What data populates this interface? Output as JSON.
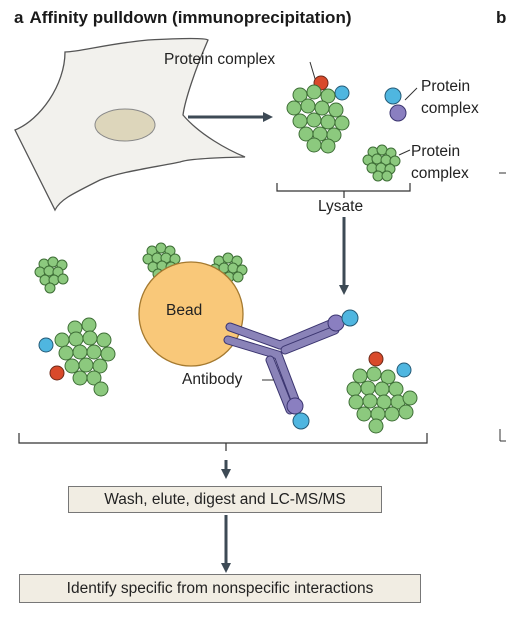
{
  "panel": {
    "letter": "a",
    "title": "Affinity pulldown (immunoprecipitation)",
    "next_panel_letter": "b"
  },
  "labels": {
    "protein_complex_top": "Protein complex",
    "protein_complex_right_line1": "Protein",
    "protein_complex_right_line2": "complex",
    "protein_complex_small_line1": "Protein",
    "protein_complex_small_line2": "complex",
    "lysate": "Lysate",
    "bead": "Bead",
    "antibody": "Antibody"
  },
  "steps": {
    "wash": "Wash, elute, digest and LC-MS/MS",
    "identify": "Identify specific from nonspecific interactions"
  },
  "colors": {
    "protein_green": "#8cc97e",
    "protein_outline": "#3e6e36",
    "tag_red": "#d94a2b",
    "tag_blue": "#4fb6e0",
    "tag_purple": "#8a7fc0",
    "antibody": "#8a83b8",
    "bead": "#f9c879",
    "cell": "#f2f1ed",
    "nucleus": "#ddd6bb",
    "arrow": "#3d4a55",
    "box_fill": "#f1ede3"
  }
}
